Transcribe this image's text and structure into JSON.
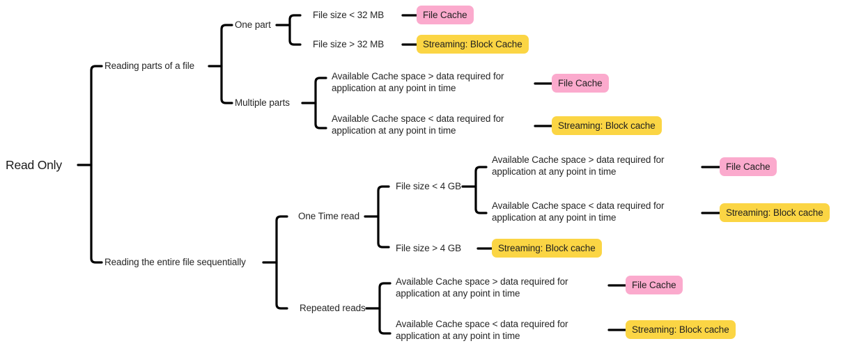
{
  "diagram": {
    "type": "decision-tree",
    "orientation": "left-to-right",
    "background_color": "#ffffff",
    "line_color": "#000000",
    "text_color": "#262626",
    "colors": {
      "file_cache": "#FBAACD",
      "block_cache": "#FBD544"
    },
    "root": {
      "label": "Read Only"
    },
    "level1": [
      {
        "label": "Reading parts of a file"
      },
      {
        "label": "Reading the entire file sequentially"
      }
    ],
    "level2": [
      {
        "label": "One part"
      },
      {
        "label": "Multiple parts"
      },
      {
        "label": "One Time read"
      },
      {
        "label": "Repeated reads"
      }
    ],
    "level3": [
      {
        "label": "File size < 32 MB"
      },
      {
        "label": "File size > 32 MB"
      },
      {
        "label": "Available Cache space > data required for\napplication at any point in time"
      },
      {
        "label": "Available Cache space < data required for\napplication at any point in time"
      },
      {
        "label": "File size < 4 GB"
      },
      {
        "label": "File size > 4 GB"
      },
      {
        "label": "Available Cache space > data required for\napplication at any point in time"
      },
      {
        "label": "Available Cache space < data required for\napplication at any point in time"
      }
    ],
    "level4": [
      {
        "label": "Available Cache space > data required for\napplication at any point in time"
      },
      {
        "label": "Available Cache space < data required for\napplication at any point in time"
      }
    ],
    "outcomes": [
      {
        "id": "o1",
        "label": "File Cache",
        "kind": "file_cache"
      },
      {
        "id": "o2",
        "label": "Streaming: Block Cache",
        "kind": "block_cache"
      },
      {
        "id": "o3",
        "label": "File Cache",
        "kind": "file_cache"
      },
      {
        "id": "o4",
        "label": "Streaming: Block cache",
        "kind": "block_cache"
      },
      {
        "id": "o5",
        "label": "File Cache",
        "kind": "file_cache"
      },
      {
        "id": "o6",
        "label": "Streaming: Block cache",
        "kind": "block_cache"
      },
      {
        "id": "o7",
        "label": "Streaming: Block cache",
        "kind": "block_cache"
      },
      {
        "id": "o8",
        "label": "File Cache",
        "kind": "file_cache"
      },
      {
        "id": "o9",
        "label": "Streaming: Block cache",
        "kind": "block_cache"
      }
    ]
  }
}
